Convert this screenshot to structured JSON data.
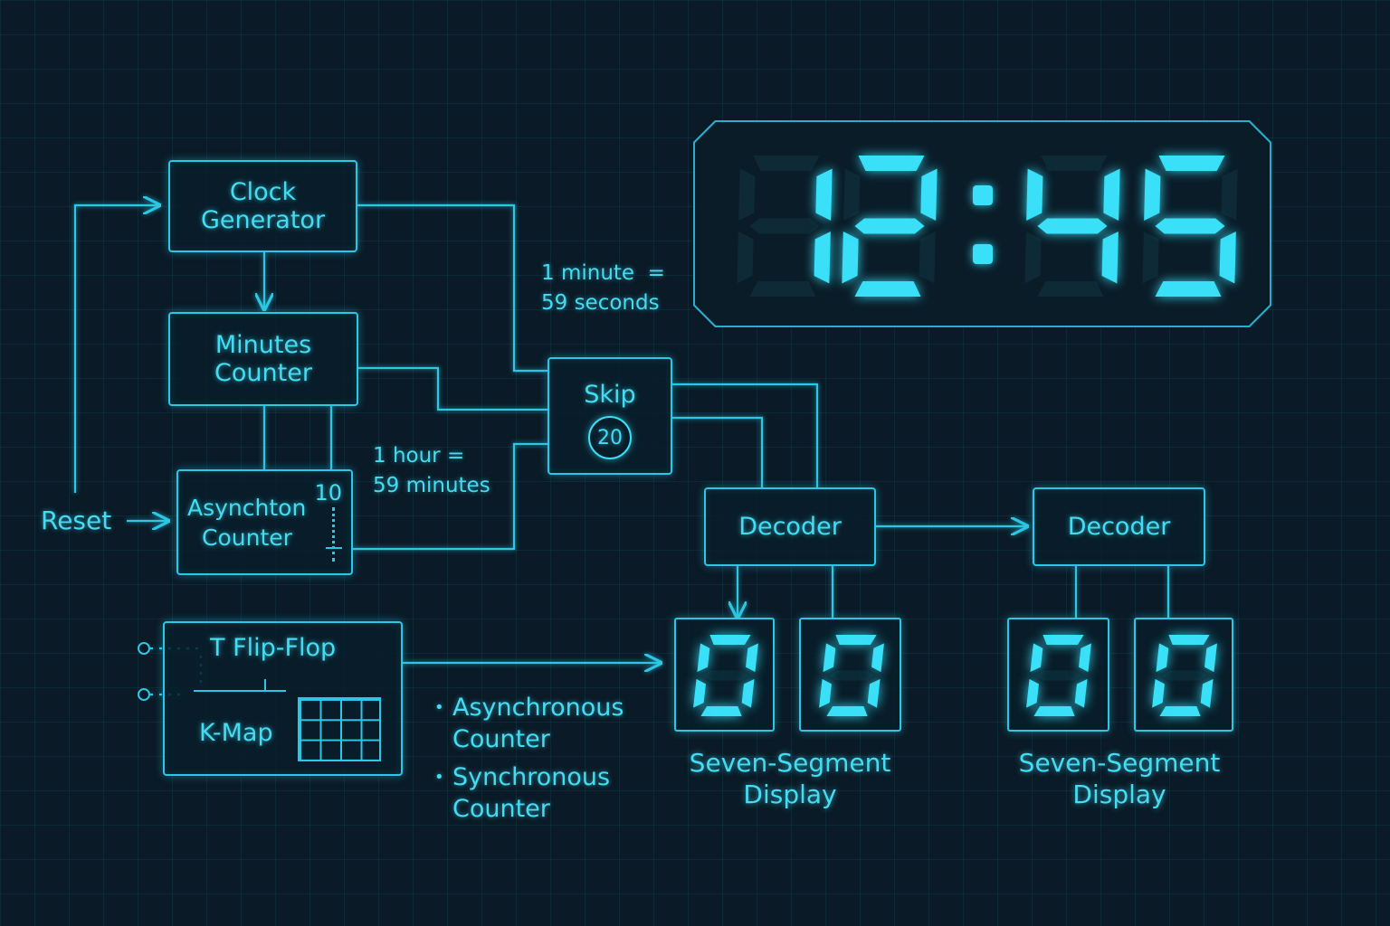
{
  "blocks": {
    "clock_generator": [
      "Clock",
      "Generator"
    ],
    "minutes_counter": [
      "Minutes",
      "Counter"
    ],
    "async_counter": [
      "Asynchton",
      "Counter"
    ],
    "async_counter_tap": "10",
    "skip": "Skip",
    "skip_value": "20",
    "decoder_left": "Decoder",
    "decoder_right": "Decoder",
    "tff": "T Flip-Flop",
    "kmap": "K-Map"
  },
  "labels": {
    "reset": "Reset",
    "minute_note": [
      "1 minute  =",
      "59 seconds"
    ],
    "hour_note": [
      "1 hour =",
      "59 minutes"
    ]
  },
  "bullets": [
    [
      "Asynchronous",
      "Counter"
    ],
    [
      "Synchronous",
      "Counter"
    ]
  ],
  "clock_display": {
    "time": "12:45",
    "digits": [
      "1",
      "2",
      "4",
      "5"
    ]
  },
  "seven_segment_left": {
    "caption": [
      "Seven-Segment",
      "Display"
    ],
    "digits": [
      "0",
      "0"
    ]
  },
  "seven_segment_right": {
    "caption": [
      "Seven-Segment",
      "Display"
    ],
    "digits": [
      "0",
      "0"
    ]
  },
  "colors": {
    "glow": "#39e0f7",
    "wire": "#2cc7e4",
    "background": "#0a1a26"
  }
}
